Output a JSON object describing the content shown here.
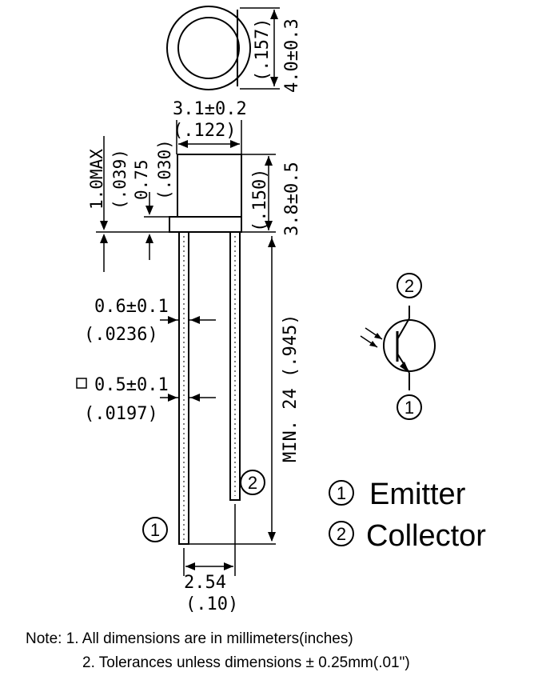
{
  "dimensions": {
    "top_diameter_in": "(.157)",
    "top_diameter_mm": "4.0±0.3",
    "body_width_mm": "3.1±0.2",
    "body_width_in": "(.122)",
    "flange_max_mm": "1.0MAX",
    "flange_max_in": "(.039)",
    "flange_mm": "0.75",
    "flange_in": "(.030)",
    "body_height_in": "(.150)",
    "body_height_mm": "3.8±0.5",
    "lead_min_length": "MIN. 24 (.945)",
    "lead_dia_mm": "0.6±0.1",
    "lead_dia_in": "(.0236)",
    "lead_sq_mm": "0.5±0.1",
    "lead_sq_in": "(.0197)",
    "lead_spacing_mm": "2.54",
    "lead_spacing_in": "(.10)"
  },
  "pins": {
    "pin1_marker": "1",
    "pin2_marker": "2"
  },
  "legend": {
    "pin1_number": "1",
    "pin1_name": "Emitter",
    "pin2_number": "2",
    "pin2_name": "Collector"
  },
  "notes": {
    "line1": "Note: 1. All dimensions are in millimeters(inches)",
    "line2": "2. Tolerances unless dimensions ± 0.25mm(.01\")"
  }
}
